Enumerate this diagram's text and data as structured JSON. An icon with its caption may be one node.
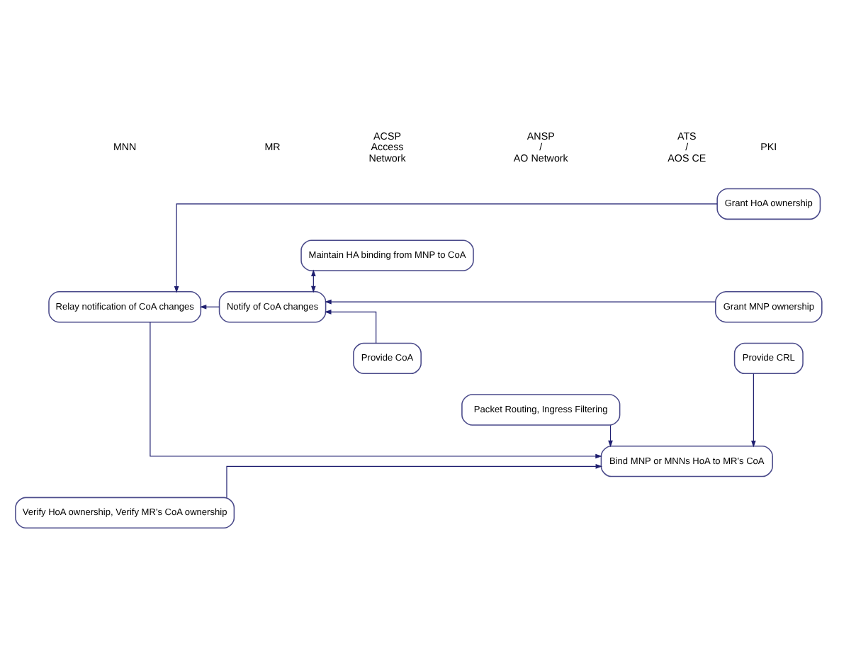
{
  "diagram": {
    "nodes": [
      {
        "text": [
          "Grant HoA ownership"
        ]
      },
      {
        "text": [
          "Maintain HA binding from MNP to CoA"
        ]
      },
      {
        "text": [
          "Notify of CoA changes"
        ]
      },
      {
        "text": [
          "Grant MNP ownership"
        ]
      },
      {
        "text": [
          "Relay notification of CoA changes"
        ]
      },
      {
        "text": [
          "Provide CoA"
        ]
      },
      {
        "text": [
          "Provide CRL"
        ]
      },
      {
        "text": [
          "Packet Routing, Ingress Filtering"
        ]
      },
      {
        "text": [
          "Bind MNP or MNNs HoA to MR's CoA"
        ]
      },
      {
        "text": [
          "Verify HoA ownership, Verify MR's CoA ownership"
        ]
      }
    ],
    "edges": [
      {
        "from": 0,
        "to": 4,
        "arrow": "to"
      },
      {
        "from": 2,
        "to": 1,
        "arrow": "both"
      },
      {
        "from": 3,
        "to": 2,
        "arrow": "to"
      },
      {
        "from": 2,
        "to": 4,
        "arrow": "to"
      },
      {
        "from": 5,
        "to": 2,
        "arrow": "to"
      },
      {
        "from": 4,
        "to": 8,
        "arrow": "to"
      },
      {
        "from": 6,
        "to": 8,
        "arrow": "to"
      },
      {
        "from": 7,
        "to": 8,
        "arrow": "to"
      },
      {
        "from": 9,
        "to": 8,
        "arrow": "to"
      }
    ],
    "labels": [
      "MNN",
      "MR",
      "ACSP Access Network",
      "ANSP / AO Network",
      "ATS / AOS CE",
      "PKI"
    ]
  }
}
